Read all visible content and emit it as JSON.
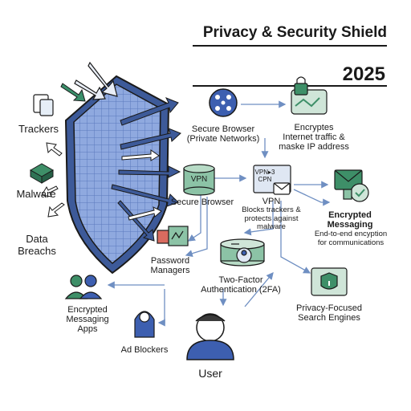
{
  "title": "Privacy & Security Shield",
  "year": "2025",
  "threats": [
    "Trackers",
    "Malware",
    "Data\nBreachs"
  ],
  "nodes": {
    "secure_browser_top": "Secure Browser\n(Private Networks)",
    "encrypts": "Encryptes\nInternet traffic &\nmaske IP address",
    "vpn_badge": "VPN",
    "secure_browser_mid": "Secure Browser",
    "vpn_title": "VPN",
    "vpn_desc": "Blocks trackers &\nprotects against\nmalware",
    "encrypted_messaging": "Encrypted\nMessaging",
    "encrypted_messaging_desc": "End-to-end encyption\nfor communications",
    "password_managers": "Password\nManagers",
    "two_factor": "Two-Factor\nAuthentication (2FA)",
    "privacy_search": "Privacy-Focused\nSearch Engines",
    "encrypted_apps": "Encrypted\nMessaging\nApps",
    "ad_blockers": "Ad Blockers",
    "user": "User"
  },
  "vpn_screen_text": "VPN▸3\nCPN"
}
